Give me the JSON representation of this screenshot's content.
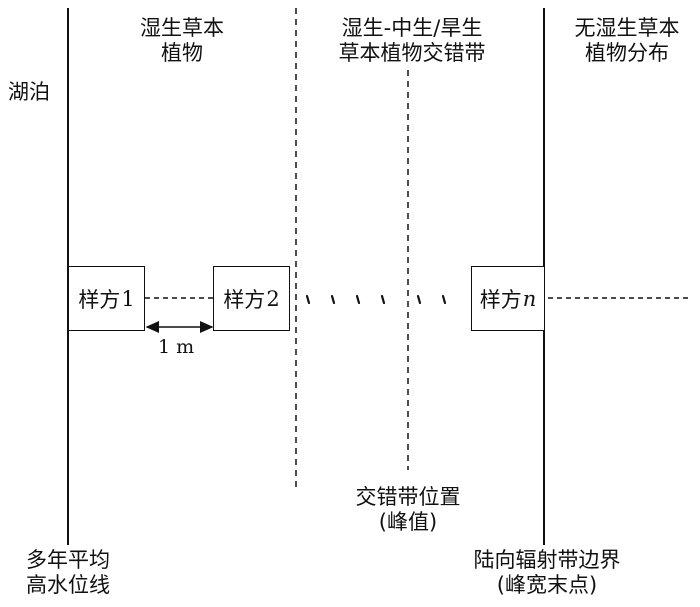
{
  "zones": {
    "lake": "湖泊",
    "wet_zone": [
      "湿生草本",
      "植物"
    ],
    "ecotone": [
      "湿生-中生/旱生",
      "草本植物交错带"
    ],
    "no_wet_zone": [
      "无湿生草本",
      "植物分布"
    ]
  },
  "boundaries": {
    "high_water": [
      "多年平均",
      "高水位线"
    ],
    "ecotone_position": [
      "交错带位置",
      "(峰值)"
    ],
    "landward_boundary": [
      "陆向辐射带边界",
      "(峰宽末点)"
    ]
  },
  "quadrats": {
    "prefix": "样方",
    "q1": "1",
    "q2": "2",
    "qn": "n"
  },
  "spacing_label": "1 m"
}
